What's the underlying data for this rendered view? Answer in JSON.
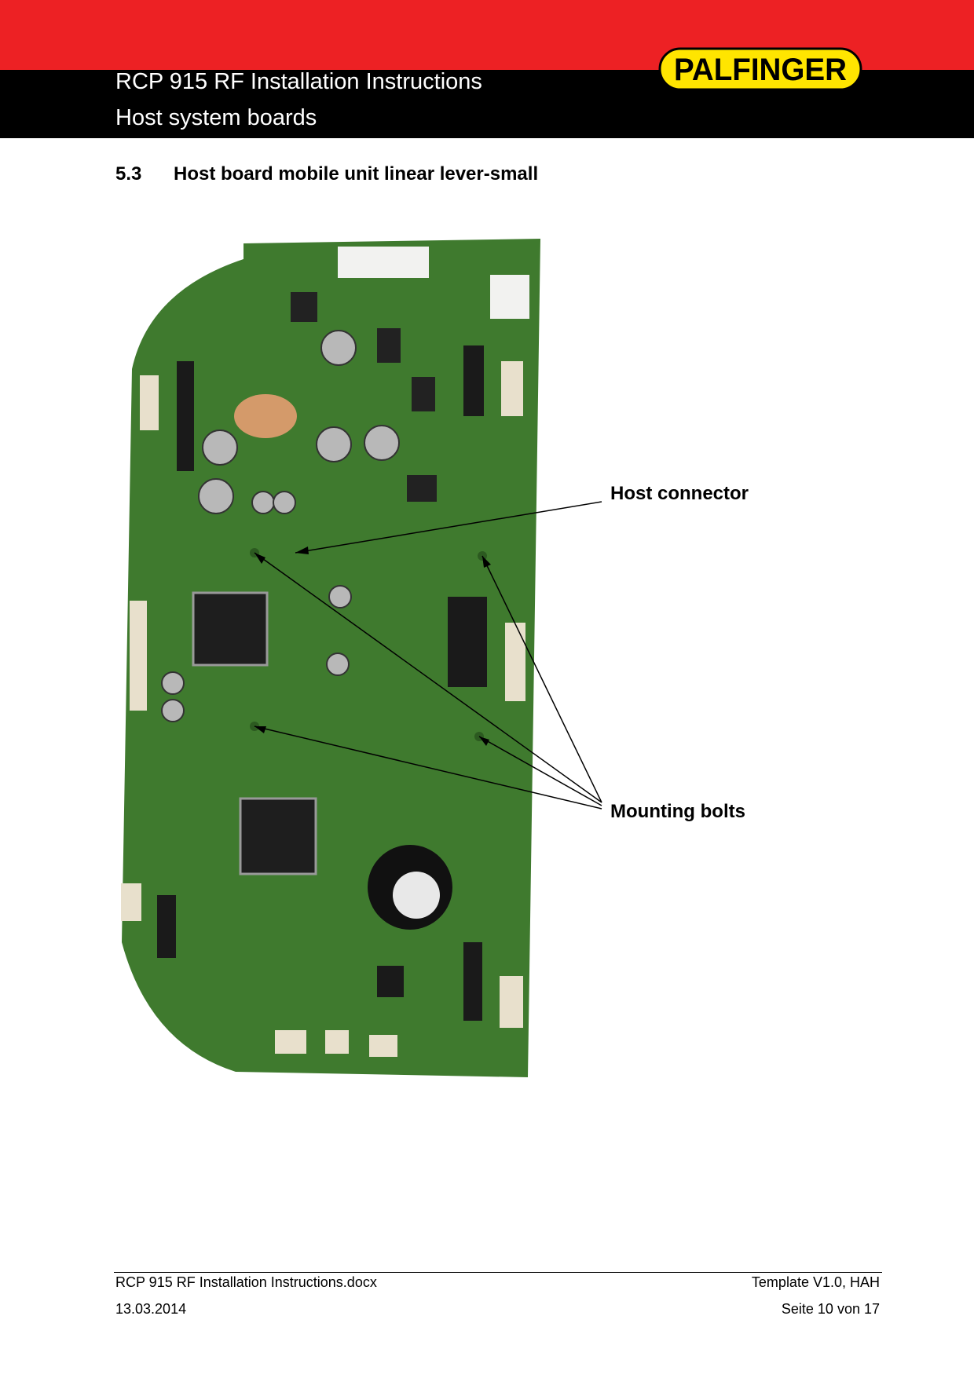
{
  "header": {
    "title": "RCP 915 RF Installation Instructions",
    "subtitle": "Host system boards",
    "logo_text": "PALFINGER",
    "colors": {
      "band": "#ed2124",
      "bar": "#000000",
      "logo_bg": "#ffe500"
    }
  },
  "section": {
    "number": "5.3",
    "title": "Host board mobile unit linear lever-small"
  },
  "figure": {
    "labels": {
      "host_connector": "Host connector",
      "mounting_bolts": "Mounting bolts"
    },
    "board_color": "#3f7a2e"
  },
  "footer": {
    "filename": "RCP 915 RF Installation Instructions.docx",
    "template": "Template V1.0, HAH",
    "date": "13.03.2014",
    "page": "Seite 10 von 17"
  }
}
